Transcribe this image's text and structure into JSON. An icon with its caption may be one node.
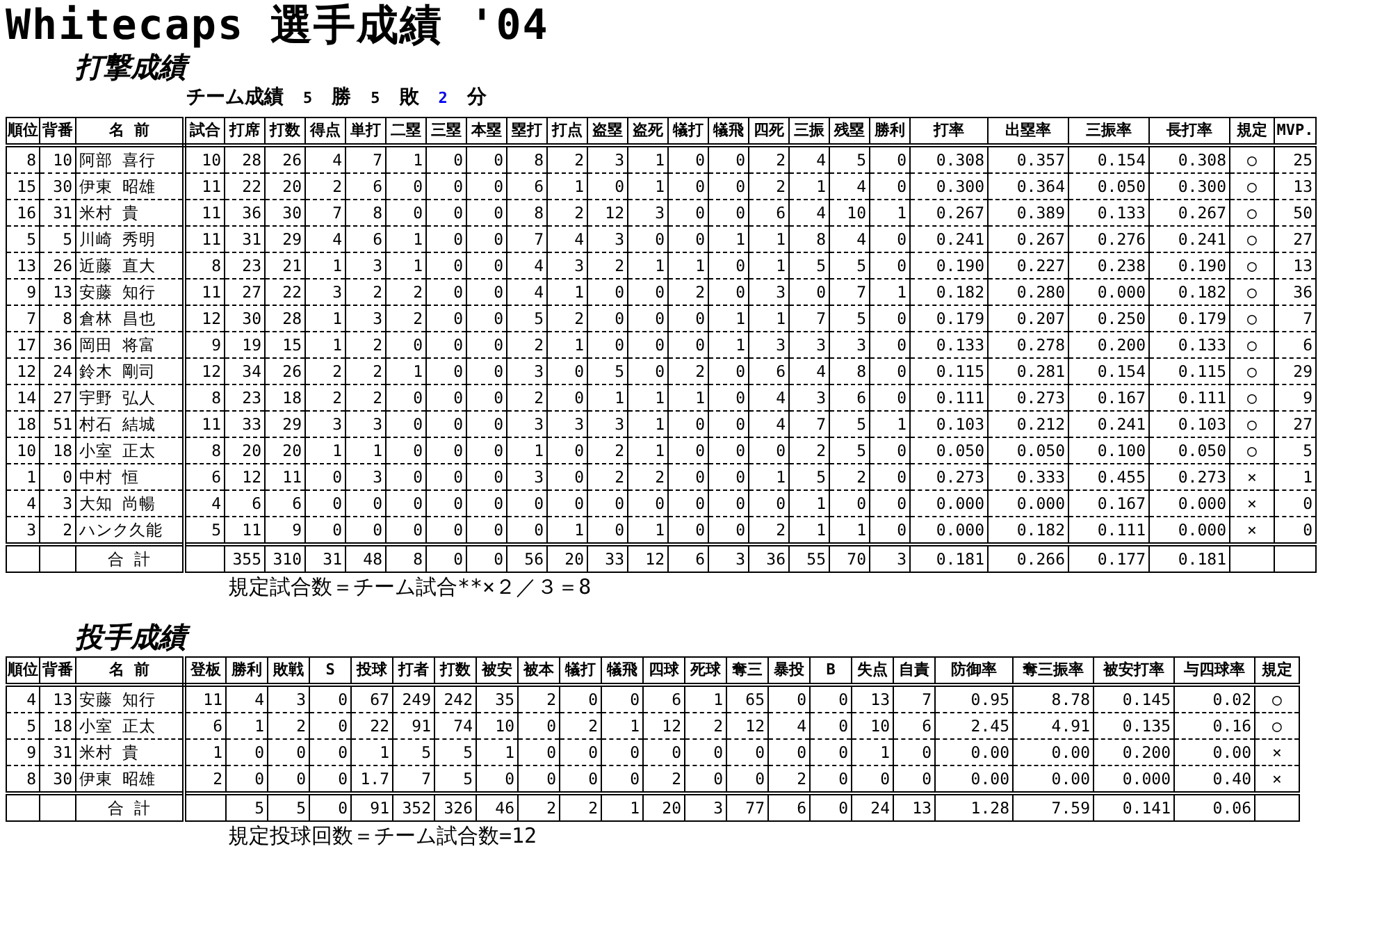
{
  "diagram": {
    "title": "Whitecaps 選手成績 '04",
    "labels": [
      "打撃成績",
      "チーム成績",
      "5",
      "勝",
      "5",
      "敗",
      "2",
      "分",
      "順位",
      "背番",
      "名 前",
      "試合",
      "打席",
      "打数",
      "得点",
      "単打",
      "二塁",
      "三塁",
      "本塁",
      "塁打",
      "打点",
      "盗塁",
      "盗死",
      "犠打",
      "犠飛",
      "四死",
      "三振",
      "残塁",
      "勝利",
      "打率",
      "出塁率",
      "三振率",
      "長打率",
      "規定",
      "MVP.",
      "8",
      "10",
      "阿部 喜行",
      "10",
      "28",
      "26",
      "4",
      "7",
      "1",
      "0",
      "0",
      "8",
      "2",
      "3",
      "1",
      "0",
      "0",
      "2",
      "4",
      "5",
      "0",
      "0.308",
      "0.357",
      "0.154",
      "0.308",
      "○",
      "25",
      "15",
      "30",
      "伊東 昭雄",
      "11",
      "22",
      "20",
      "2",
      "6",
      "0",
      "0",
      "0",
      "6",
      "1",
      "0",
      "1",
      "0",
      "0",
      "2",
      "1",
      "4",
      "0",
      "0.300",
      "0.364",
      "0.050",
      "0.300",
      "○",
      "13",
      "16",
      "31",
      "米村 貴",
      "11",
      "36",
      "30",
      "7",
      "8",
      "0",
      "0",
      "0",
      "8",
      "2",
      "12",
      "3",
      "0",
      "0",
      "6",
      "4",
      "10",
      "1",
      "0.267",
      "0.389",
      "0.133",
      "0.267",
      "○",
      "50",
      "5",
      "5",
      "川崎 秀明",
      "11",
      "31",
      "29",
      "4",
      "6",
      "1",
      "0",
      "0",
      "7",
      "4",
      "3",
      "0",
      "0",
      "1",
      "1",
      "8",
      "4",
      "0",
      "0.241",
      "0.267",
      "0.276",
      "0.241",
      "○",
      "27",
      "13",
      "26",
      "近藤 直大",
      "8",
      "23",
      "21",
      "1",
      "3",
      "1",
      "0",
      "0",
      "4",
      "3",
      "2",
      "1",
      "1",
      "0",
      "1",
      "5",
      "5",
      "0",
      "0.190",
      "0.227",
      "0.238",
      "0.190",
      "○",
      "13",
      "9",
      "13",
      "安藤 知行",
      "11",
      "27",
      "22",
      "3",
      "2",
      "2",
      "0",
      "0",
      "4",
      "1",
      "0",
      "0",
      "2",
      "0",
      "3",
      "0",
      "7",
      "1",
      "0.182",
      "0.280",
      "0.000",
      "0.182",
      "○",
      "36",
      "7",
      "8",
      "倉林 昌也",
      "12",
      "30",
      "28",
      "1",
      "3",
      "2",
      "0",
      "0",
      "5",
      "2",
      "0",
      "0",
      "0",
      "1",
      "1",
      "7",
      "5",
      "0",
      "0.179",
      "0.207",
      "0.250",
      "0.179",
      "○",
      "7",
      "17",
      "36",
      "岡田 将富",
      "9",
      "19",
      "15",
      "1",
      "2",
      "0",
      "0",
      "0",
      "2",
      "1",
      "0",
      "0",
      "0",
      "1",
      "3",
      "3",
      "3",
      "0",
      "0.133",
      "0.278",
      "0.200",
      "0.133",
      "○",
      "6",
      "12",
      "24",
      "鈴木 剛司",
      "12",
      "34",
      "26",
      "2",
      "2",
      "1",
      "0",
      "0",
      "3",
      "0",
      "5",
      "0",
      "2",
      "0",
      "6",
      "4",
      "8",
      "0",
      "0.115",
      "0.281",
      "0.154",
      "0.115",
      "○",
      "29",
      "14",
      "27",
      "宇野 弘人",
      "8",
      "23",
      "18",
      "2",
      "2",
      "0",
      "0",
      "0",
      "2",
      "0",
      "1",
      "1",
      "1",
      "0",
      "4",
      "3",
      "6",
      "0",
      "0.111",
      "0.273",
      "0.167",
      "0.111",
      "○",
      "9",
      "18",
      "51",
      "村石 結城",
      "11",
      "33",
      "29",
      "3",
      "3",
      "0",
      "0",
      "0",
      "3",
      "3",
      "3",
      "1",
      "0",
      "0",
      "4",
      "7",
      "5",
      "1",
      "0.103",
      "0.212",
      "0.241",
      "0.103",
      "○",
      "27",
      "10",
      "18",
      "小室 正太",
      "8",
      "20",
      "20",
      "1",
      "1",
      "0",
      "0",
      "0",
      "1",
      "0",
      "2",
      "1",
      "0",
      "0",
      "0",
      "2",
      "5",
      "0",
      "0.050",
      "0.050",
      "0.100",
      "0.050",
      "○",
      "5",
      "1",
      "0",
      "中村 恒",
      "6",
      "12",
      "11",
      "0",
      "3",
      "0",
      "0",
      "0",
      "3",
      "0",
      "2",
      "2",
      "0",
      "0",
      "1",
      "5",
      "2",
      "0",
      "0.273",
      "0.333",
      "0.455",
      "0.273",
      "×",
      "1",
      "4",
      "3",
      "大知 尚暢",
      "4",
      "6",
      "6",
      "0",
      "0",
      "0",
      "0",
      "0",
      "0",
      "0",
      "0",
      "0",
      "0",
      "0",
      "0",
      "1",
      "0",
      "0",
      "0.000",
      "0.000",
      "0.167",
      "0.000",
      "×",
      "0",
      "3",
      "2",
      "ハンク久能",
      "5",
      "11",
      "9",
      "0",
      "0",
      "0",
      "0",
      "0",
      "0",
      "1",
      "0",
      "1",
      "0",
      "0",
      "2",
      "1",
      "1",
      "0",
      "0.000",
      "0.182",
      "0.111",
      "0.000",
      "×",
      "0",
      "合 計",
      "355",
      "310",
      "31",
      "48",
      "8",
      "0",
      "0",
      "56",
      "20",
      "33",
      "12",
      "6",
      "3",
      "36",
      "55",
      "70",
      "3",
      "0.181",
      "0.266",
      "0.177",
      "0.181",
      "規定試合数＝チーム試合**×２／３＝8",
      "投手成績",
      "順位",
      "背番",
      "名 前",
      "登板",
      "勝利",
      "敗戦",
      "S",
      "投球",
      "打者",
      "打数",
      "被安",
      "被本",
      "犠打",
      "犠飛",
      "四球",
      "死球",
      "奪三",
      "暴投",
      "B",
      "失点",
      "自責",
      "防御率",
      "奪三振率",
      "被安打率",
      "与四球率",
      "規定",
      "4",
      "13",
      "安藤 知行",
      "11",
      "4",
      "3",
      "0",
      "67",
      "249",
      "242",
      "35",
      "2",
      "0",
      "0",
      "6",
      "1",
      "65",
      "0",
      "0",
      "13",
      "7",
      "0.95",
      "8.78",
      "0.145",
      "0.02",
      "○",
      "5",
      "18",
      "小室 正太",
      "6",
      "1",
      "2",
      "0",
      "22",
      "91",
      "74",
      "10",
      "0",
      "2",
      "1",
      "12",
      "2",
      "12",
      "4",
      "0",
      "10",
      "6",
      "2.45",
      "4.91",
      "0.135",
      "0.16",
      "○",
      "9",
      "31",
      "米村 貴",
      "1",
      "0",
      "0",
      "0",
      "1",
      "5",
      "5",
      "1",
      "0",
      "0",
      "0",
      "0",
      "0",
      "0",
      "0",
      "0",
      "1",
      "0",
      "0.00",
      "0.00",
      "0.200",
      "0.00",
      "×",
      "8",
      "30",
      "伊東 昭雄",
      "2",
      "0",
      "0",
      "0",
      "1.7",
      "7",
      "5",
      "0",
      "0",
      "0",
      "0",
      "2",
      "0",
      "0",
      "2",
      "0",
      "0",
      "0",
      "0.00",
      "0.00",
      "0.000",
      "0.40",
      "×",
      "合 計",
      "5",
      "5",
      "0",
      "91",
      "352",
      "326",
      "46",
      "2",
      "2",
      "1",
      "20",
      "3",
      "77",
      "6",
      "0",
      "24",
      "13",
      "1.28",
      "7.59",
      "0.141",
      "0.06",
      "規定投球回数＝チーム試合数=12"
    ]
  }
}
